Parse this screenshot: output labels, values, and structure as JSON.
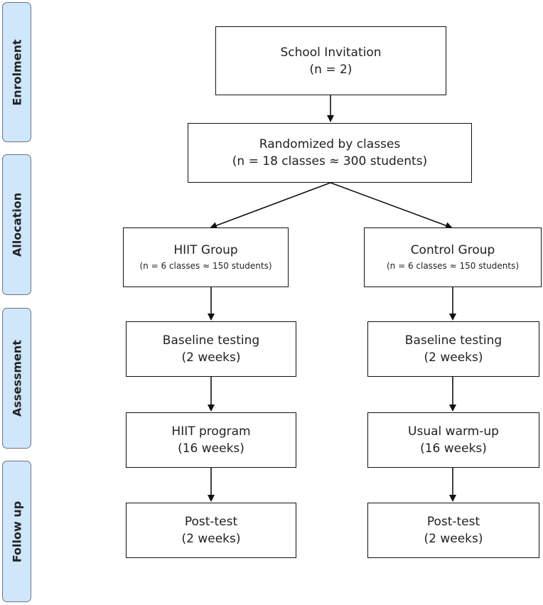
{
  "stages": {
    "enrolment": "Enrolment",
    "allocation": "Allocation",
    "assessment": "Assessment",
    "follow_up": "Follow up"
  },
  "boxes": {
    "invitation": {
      "line1": "School Invitation",
      "line2": "(n = 2)"
    },
    "randomized": {
      "line1": "Randomized by classes",
      "line2": "(n = 18 classes ≈ 300 students)"
    },
    "hiit_group": {
      "line1": "HIIT Group",
      "line2": "(n = 6 classes ≈ 150 students)"
    },
    "control_group": {
      "line1": "Control Group",
      "line2": "(n = 6 classes ≈ 150 students)"
    },
    "hiit_baseline": {
      "line1": "Baseline testing",
      "line2": "(2 weeks)"
    },
    "control_baseline": {
      "line1": "Baseline testing",
      "line2": "(2 weeks)"
    },
    "hiit_program": {
      "line1": "HIIT program",
      "line2": "(16 weeks)"
    },
    "control_warmup": {
      "line1": "Usual warm-up",
      "line2": "(16 weeks)"
    },
    "hiit_posttest": {
      "line1": "Post-test",
      "line2": "(2 weeks)"
    },
    "control_posttest": {
      "line1": "Post-test",
      "line2": "(2 weeks)"
    }
  },
  "colors": {
    "stage_fill": "#cfe6fb",
    "stage_border": "#6b7580",
    "box_border": "#111111"
  }
}
